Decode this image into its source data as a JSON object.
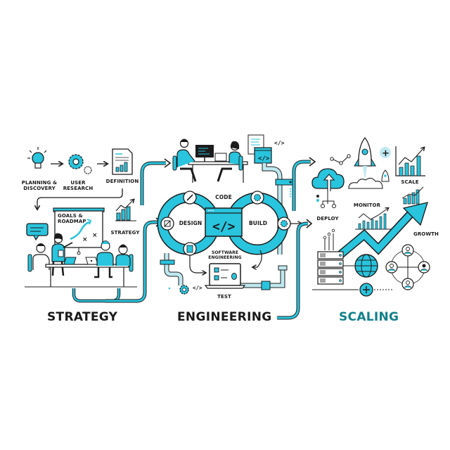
{
  "colors": {
    "accent": "#29c4dd",
    "accent_light": "#bfe9f0",
    "outline": "#1c1c1c",
    "scaling_label": "#12808c",
    "background": "#ffffff"
  },
  "strategy": {
    "steps": [
      {
        "label_line1": "PLANNING &",
        "label_line2": "DISCOVERY",
        "icon": "lightbulb-icon"
      },
      {
        "label_line1": "USER",
        "label_line2": "RESEARCH",
        "icon": "gears-icon"
      },
      {
        "label_line1": "DEFINITION",
        "label_line2": "",
        "icon": "document-chart-icon"
      }
    ],
    "board_line1": "GOALS &",
    "board_line2": "ROADMAP",
    "strategy_chart_label": "STRATEGY",
    "title": "STRATEGY"
  },
  "engineering": {
    "code_label": "CODE",
    "design_label": "DESIGN",
    "build_label": "BUILD",
    "center_icon": "code-brackets-icon",
    "center_text": "</>",
    "sub_line1": "SOFTWARE",
    "sub_line2": "ENGINEERING",
    "test_label": "TEST",
    "code_tag": "</>",
    "title": "ENGINEERING"
  },
  "scaling": {
    "deploy_label": "DEPLOY",
    "monitor_label": "MONITOR",
    "scale_label": "SCALE",
    "growth_label": "GROWTH",
    "title": "SCALING"
  }
}
